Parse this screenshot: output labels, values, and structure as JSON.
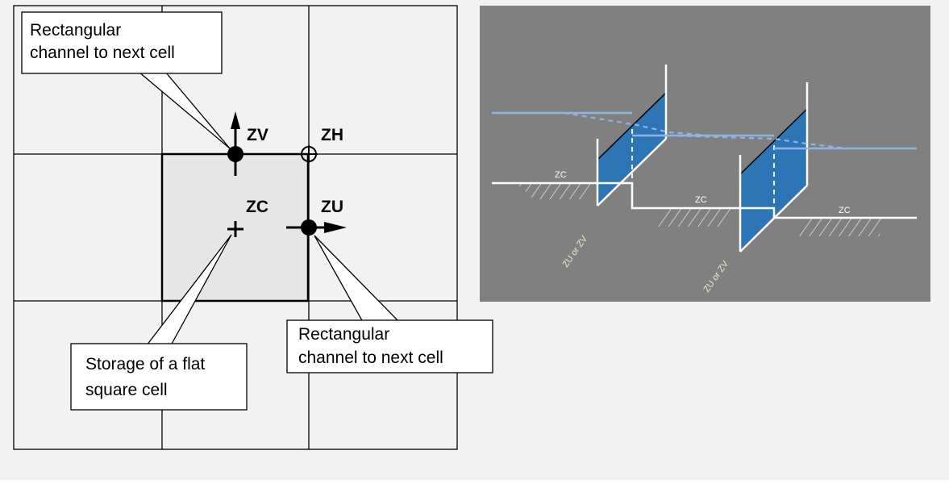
{
  "left_diagram": {
    "labels": {
      "zv": "ZV",
      "zh": "ZH",
      "zc": "ZC",
      "zu": "ZU"
    },
    "callouts": {
      "top_line1": "Rectangular",
      "top_line2": "channel to next cell",
      "bottom_left_line1": "Storage of a flat",
      "bottom_left_line2": "square cell",
      "bottom_right_line1": "Rectangular",
      "bottom_right_line2": "channel to next cell"
    }
  },
  "right_diagram": {
    "background_color": "#808080",
    "water_color": "#8db4e2",
    "gate_color": "#2e75b6",
    "labels": {
      "zc1": "ZC",
      "zc2": "ZC",
      "zc3": "ZC",
      "zu_zv1": "ZU or ZV",
      "zu_zv2": "ZU or ZV"
    }
  }
}
